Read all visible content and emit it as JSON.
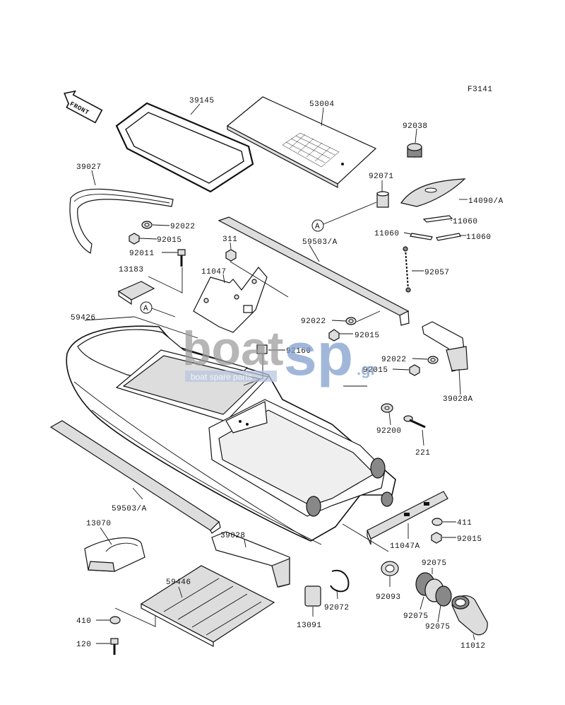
{
  "figure_code": "F3141",
  "front_label": "FRONT",
  "circle_marker": "A",
  "parts": {
    "p39145": "39145",
    "p53004": "53004",
    "p92038": "92038",
    "p39027": "39027",
    "p92071": "92071",
    "p14090A": "14090/A",
    "p11060_1": "11060",
    "p11060_2": "11060",
    "p11060_3": "11060",
    "p92022_1": "92022",
    "p92015_1": "92015",
    "p92011": "92011",
    "p311": "311",
    "p59503A_1": "59503/A",
    "p13183": "13183",
    "p11047": "11047",
    "p92057": "92057",
    "p59426": "59426",
    "p92022_2": "92022",
    "p92015_2": "92015",
    "p92160": "92160",
    "p92022_3": "92022",
    "p92015_3": "92015",
    "p39028A": "39028A",
    "p92200": "92200",
    "p221": "221",
    "p59503A_2": "59503/A",
    "p13070": "13070",
    "p39028": "39028",
    "p411": "411",
    "p11047A": "11047A",
    "p92015_4": "92015",
    "p59446": "59446",
    "p92075_1": "92075",
    "p92072": "92072",
    "p92093": "92093",
    "p92075_2": "92075",
    "p92075_3": "92075",
    "p410": "410",
    "p13091": "13091",
    "p11012": "11012",
    "p120": "120"
  },
  "watermark": {
    "brand_left": "boat",
    "brand_right": "sp",
    "domain": ".gr",
    "tagline": "boat spare parts"
  }
}
